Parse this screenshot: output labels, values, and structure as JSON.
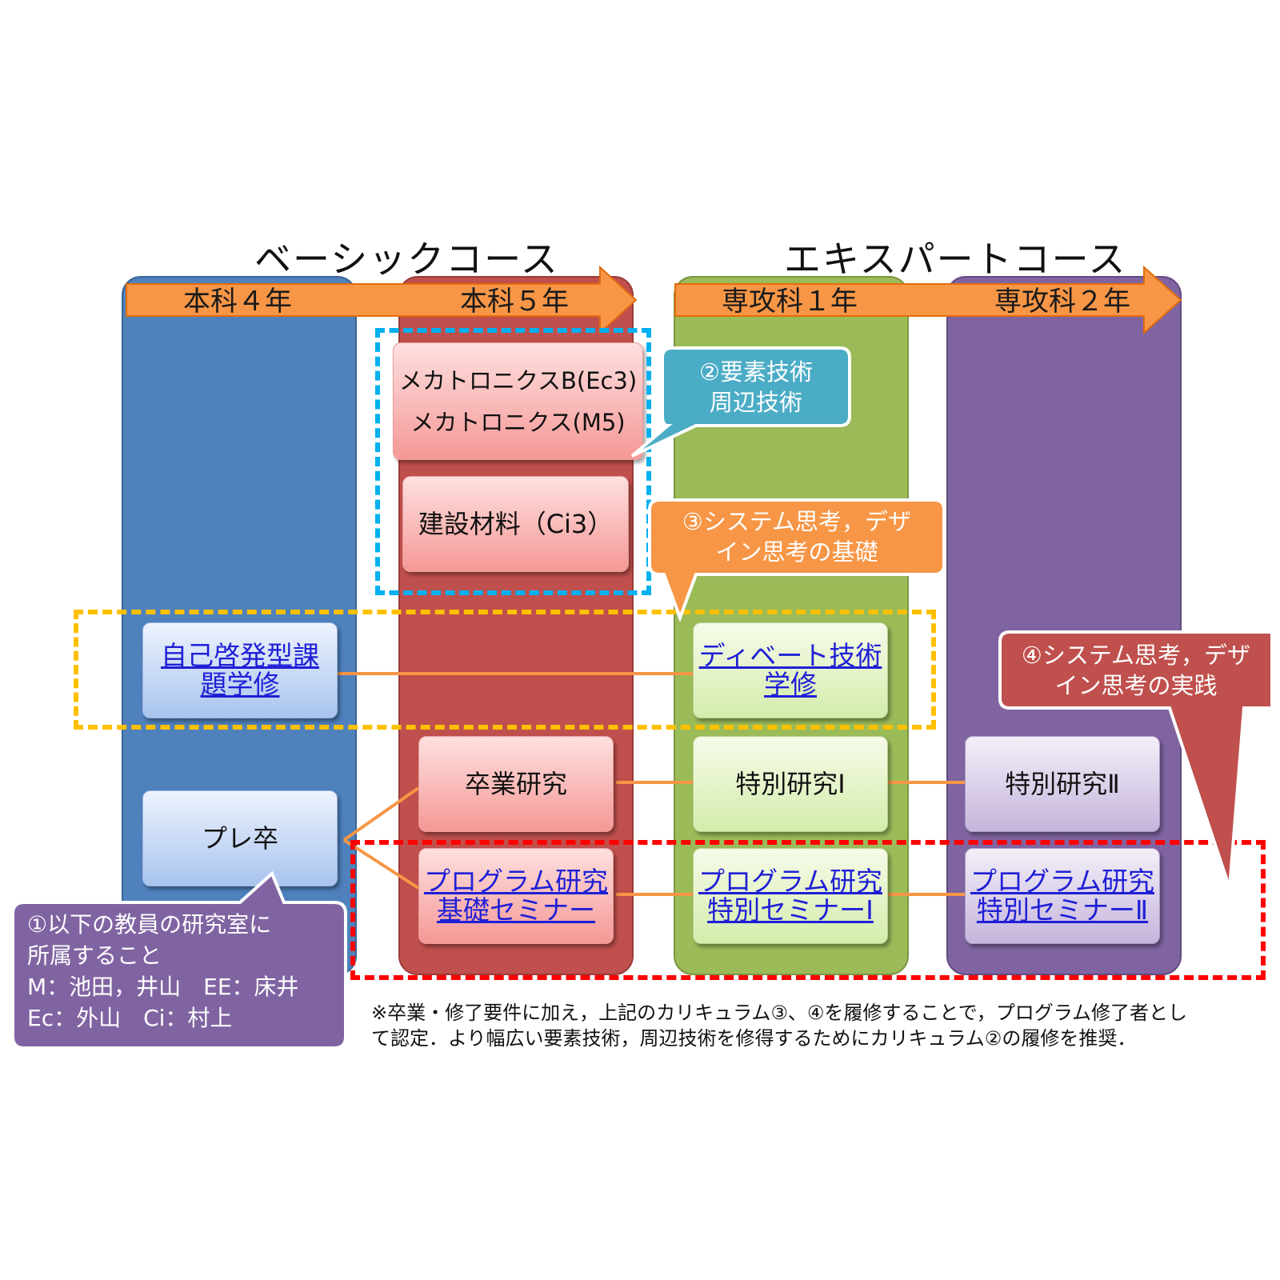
{
  "courses": {
    "basic": "ベーシックコース",
    "expert": "エキスパートコース"
  },
  "years": {
    "y4": "本科４年",
    "y5": "本科５年",
    "s1": "専攻科１年",
    "s2": "専攻科２年"
  },
  "subjects": {
    "mechatronics_1": "メカトロニクスB(Ec3)",
    "mechatronics_2": "メカトロニクス(M5)",
    "construction": "建設材料（Ci3）",
    "self_dev_1": "自己啓発型課",
    "self_dev_2": "題学修",
    "debate_1": "ディベート技術",
    "debate_2": "学修",
    "graduation": "卒業研究",
    "special1": "特別研究Ⅰ",
    "special2": "特別研究Ⅱ",
    "pre_grad": "プレ卒",
    "program_basic_1": "プログラム研究",
    "program_basic_2": "基礎セミナー",
    "program_sp1_1": "プログラム研究",
    "program_sp1_2": "特別セミナーⅠ",
    "program_sp2_1": "プログラム研究",
    "program_sp2_2": "特別セミナーⅡ"
  },
  "callouts": {
    "c1_line1": "①以下の教員の研究室に",
    "c1_line2": "所属すること",
    "c1_line3": "M：池田，井山　EE：床井",
    "c1_line4": "Ec：外山　Ci：村上",
    "c2_line1": "②要素技術",
    "c2_line2": "周辺技術",
    "c3_line1": "③システム思考，デザ",
    "c3_line2": "イン思考の基礎",
    "c4_line1": "④システム思考，デザ",
    "c4_line2": "イン思考の実践"
  },
  "footnote": {
    "line1": "※卒業・修了要件に加え，上記のカリキュラム③、④を履修することで，プログラム修了者とし",
    "line2": "て認定．より幅広い要素技術，周辺技術を修得するためにカリキュラム②の履修を推奨．"
  },
  "colors": {
    "blue_col": "#4f81bd",
    "red_col": "#c0504d",
    "green_col": "#9bbb59",
    "purple_col": "#8064a2",
    "arrow": "#f79646",
    "cyan_dash": "#00b0f0",
    "yellow_dash": "#ffc000",
    "red_dash": "#ff0000",
    "callout_cyan": "#4bacc6",
    "callout_orange": "#f79646",
    "callout_red": "#c0504d",
    "callout_purple": "#8064a2"
  }
}
